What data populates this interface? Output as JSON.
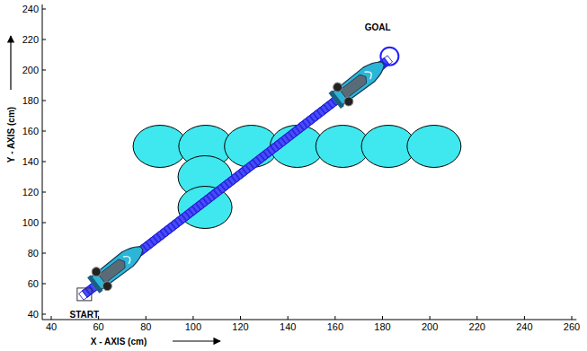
{
  "diagram": {
    "labels": [
      "40",
      "60",
      "80",
      "100",
      "120",
      "140",
      "160",
      "180",
      "200",
      "220",
      "240",
      "40",
      "60",
      "80",
      "100",
      "120",
      "140",
      "160",
      "180",
      "200",
      "220",
      "240",
      "260",
      "Y - AXIS (cm)",
      "X - AXIS (cm)",
      "START",
      "GOAL"
    ]
  }
}
